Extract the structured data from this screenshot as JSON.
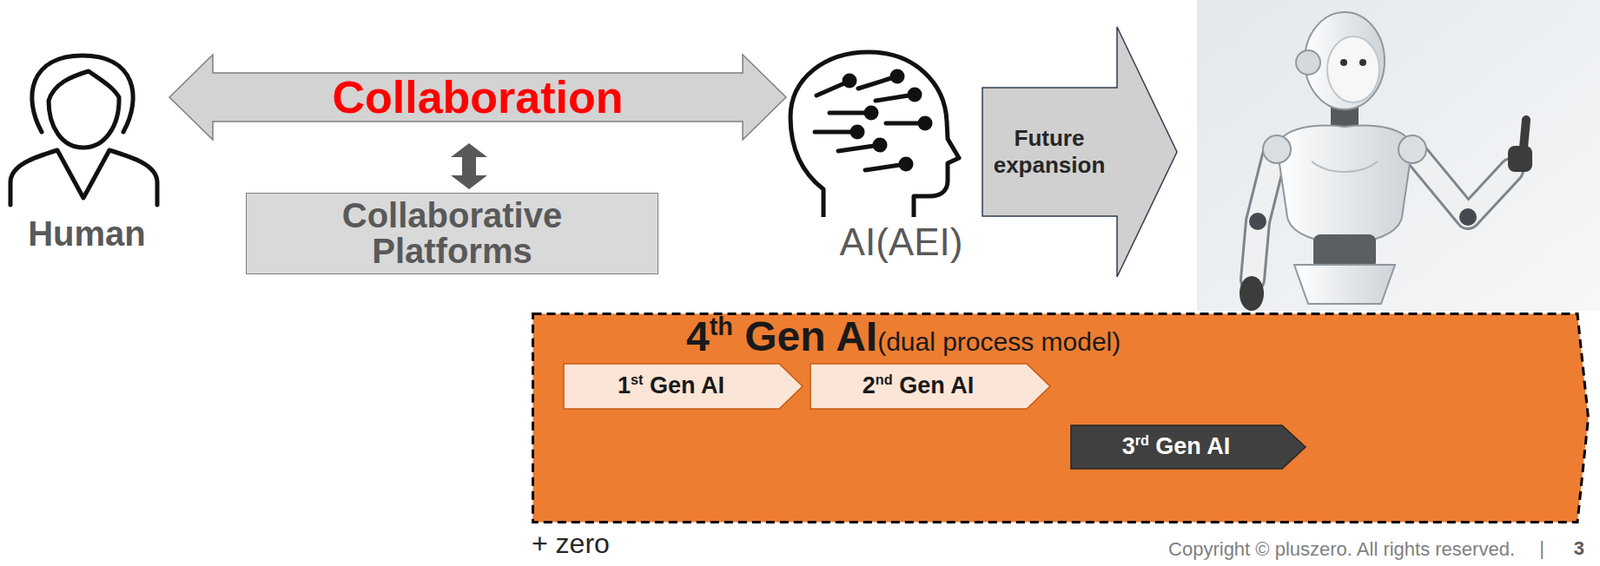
{
  "diagram": {
    "nodes": [
      {
        "text": [
          "Human"
        ]
      },
      {
        "text": [
          "Collaborative Platforms"
        ]
      },
      {
        "text": [
          "AI(AEI)"
        ]
      },
      {
        "text": [
          "Future expansion"
        ]
      },
      {
        "text": [
          "4th Gen AI",
          "(dual process model)"
        ]
      },
      {
        "text": [
          "1st Gen AI"
        ],
        "in": 4
      },
      {
        "text": [
          "2nd Gen AI"
        ],
        "in": 4
      },
      {
        "text": [
          "3rd Gen AI"
        ],
        "in": 4
      }
    ],
    "edges": [
      {
        "from": 0,
        "to": 2,
        "label": "Collaboration",
        "arrow": "both"
      }
    ],
    "labels": [
      "+ zero",
      "Copyright © pluszero. All rights reserved.",
      "|",
      "3"
    ]
  }
}
